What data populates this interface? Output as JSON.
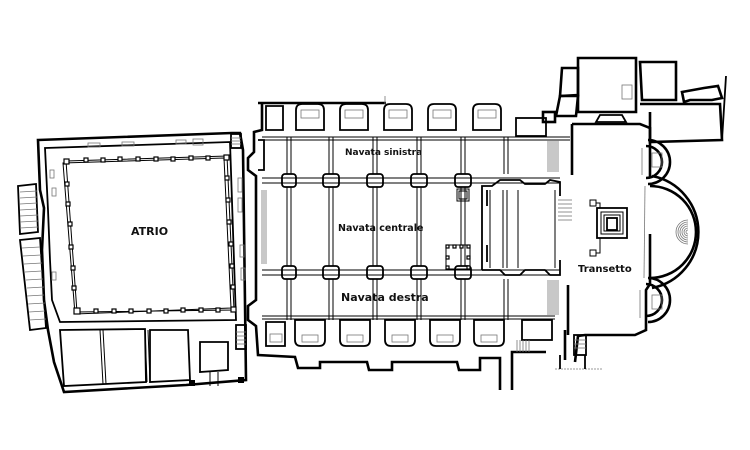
{
  "diagram": {
    "type": "architectural floor plan",
    "colors": {
      "walls": "#000000",
      "background": "#ffffff",
      "detail_lines": "#777777"
    },
    "labels": {
      "atrio": "ATRIO",
      "navata_sinistra": "Navata sinistra",
      "navata_centrale": "Navata centrale",
      "navata_destra": "Navata destra",
      "transetto": "Transetto"
    },
    "spaces": [
      {
        "id": "atrio",
        "label": "ATRIO"
      },
      {
        "id": "navata-sinistra",
        "label": "Navata sinistra"
      },
      {
        "id": "navata-centrale",
        "label": "Navata centrale"
      },
      {
        "id": "navata-destra",
        "label": "Navata destra"
      },
      {
        "id": "transetto",
        "label": "Transetto"
      }
    ]
  }
}
